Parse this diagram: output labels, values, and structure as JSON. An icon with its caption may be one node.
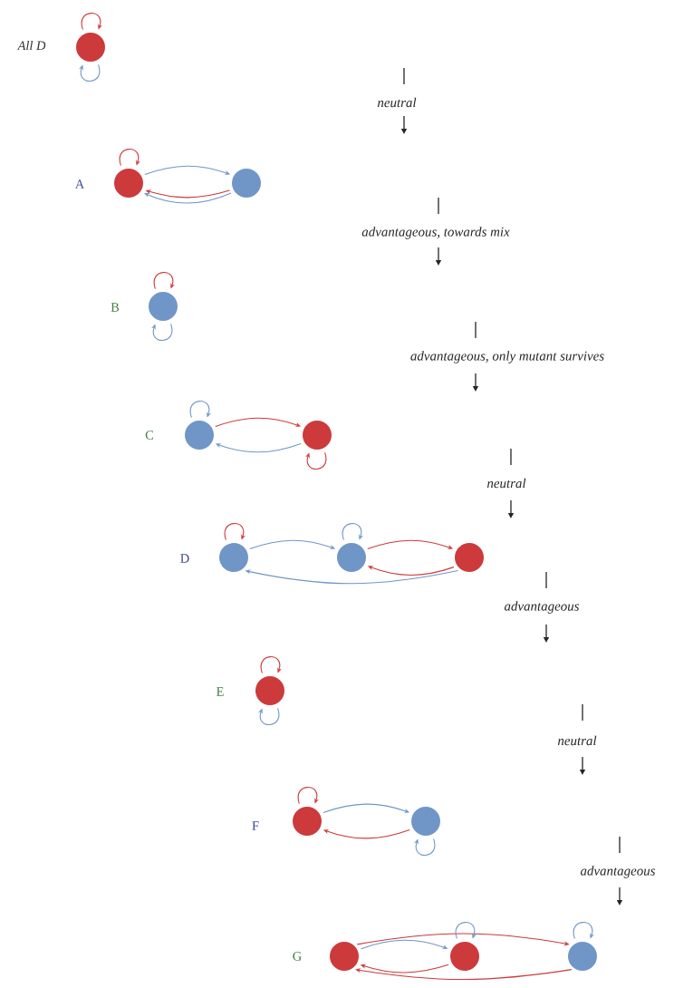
{
  "diagram": {
    "nodes": [
      {
        "text": [],
        "shape": "circle",
        "beside": [
          "All D"
        ]
      },
      {
        "text": [],
        "shape": "circle",
        "beside": [
          "A"
        ]
      },
      {
        "text": [],
        "shape": "circle"
      },
      {
        "text": [],
        "shape": "circle",
        "beside": [
          "B"
        ]
      },
      {
        "text": [],
        "shape": "circle",
        "beside": [
          "C"
        ]
      },
      {
        "text": [],
        "shape": "circle"
      },
      {
        "text": [],
        "shape": "circle",
        "beside": [
          "D"
        ]
      },
      {
        "text": [],
        "shape": "circle"
      },
      {
        "text": [],
        "shape": "circle"
      },
      {
        "text": [],
        "shape": "circle",
        "beside": [
          "E"
        ]
      },
      {
        "text": [],
        "shape": "circle",
        "beside": [
          "F"
        ]
      },
      {
        "text": [],
        "shape": "circle"
      },
      {
        "text": [],
        "shape": "circle",
        "beside": [
          "G"
        ]
      },
      {
        "text": [],
        "shape": "circle"
      },
      {
        "text": [],
        "shape": "circle"
      }
    ],
    "edges": [
      {
        "from": 0,
        "to": 0,
        "arrow": "to",
        "color": "#cc3a3b"
      },
      {
        "from": 0,
        "to": 0,
        "arrow": "to",
        "color": "#7096c8"
      },
      {
        "from": 1,
        "to": 1,
        "arrow": "to",
        "color": "#cc3a3b"
      },
      {
        "from": 1,
        "to": 2,
        "arrow": "to",
        "color": "#7096c8"
      },
      {
        "from": 2,
        "to": 1,
        "arrow": "to",
        "color": "#cc3a3b"
      },
      {
        "from": 2,
        "to": 1,
        "arrow": "to",
        "color": "#7096c8"
      },
      {
        "from": 3,
        "to": 3,
        "arrow": "to",
        "color": "#cc3a3b"
      },
      {
        "from": 3,
        "to": 3,
        "arrow": "to",
        "color": "#7096c8"
      },
      {
        "from": 4,
        "to": 4,
        "arrow": "to",
        "color": "#7096c8"
      },
      {
        "from": 4,
        "to": 5,
        "arrow": "to",
        "color": "#cc3a3b"
      },
      {
        "from": 5,
        "to": 4,
        "arrow": "to",
        "color": "#7096c8"
      },
      {
        "from": 5,
        "to": 5,
        "arrow": "to",
        "color": "#cc3a3b"
      },
      {
        "from": 6,
        "to": 6,
        "arrow": "to",
        "color": "#cc3a3b"
      },
      {
        "from": 6,
        "to": 7,
        "arrow": "to",
        "color": "#7096c8"
      },
      {
        "from": 7,
        "to": 7,
        "arrow": "to",
        "color": "#7096c8"
      },
      {
        "from": 7,
        "to": 8,
        "arrow": "to",
        "color": "#cc3a3b"
      },
      {
        "from": 8,
        "to": 7,
        "arrow": "to",
        "color": "#cc3a3b"
      },
      {
        "from": 8,
        "to": 6,
        "arrow": "to",
        "color": "#7096c8"
      },
      {
        "from": 9,
        "to": 9,
        "arrow": "to",
        "color": "#cc3a3b"
      },
      {
        "from": 9,
        "to": 9,
        "arrow": "to",
        "color": "#7096c8"
      },
      {
        "from": 10,
        "to": 10,
        "arrow": "to",
        "color": "#cc3a3b"
      },
      {
        "from": 10,
        "to": 11,
        "arrow": "to",
        "color": "#7096c8"
      },
      {
        "from": 11,
        "to": 10,
        "arrow": "to",
        "color": "#cc3a3b"
      },
      {
        "from": 11,
        "to": 11,
        "arrow": "to",
        "color": "#7096c8"
      },
      {
        "from": 12,
        "to": 14,
        "arrow": "to",
        "color": "#cc3a3b"
      },
      {
        "from": 12,
        "to": 13,
        "arrow": "to",
        "color": "#7096c8"
      },
      {
        "from": 13,
        "to": 13,
        "arrow": "to",
        "color": "#7096c8"
      },
      {
        "from": 14,
        "to": 14,
        "arrow": "to",
        "color": "#7096c8"
      },
      {
        "from": 13,
        "to": 12,
        "arrow": "to",
        "color": "#cc3a3b"
      },
      {
        "from": 14,
        "to": 12,
        "arrow": "to",
        "color": "#cc3a3b"
      }
    ],
    "labels": [
      "neutral",
      "advantageous, towards mix",
      "advantageous, only mutant survives",
      "neutral",
      "advantageous",
      "neutral",
      "advantageous"
    ]
  }
}
